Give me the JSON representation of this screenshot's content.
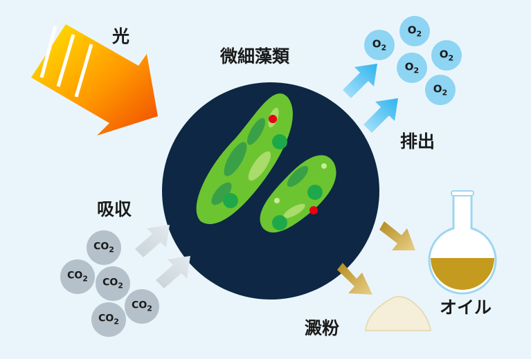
{
  "labels": {
    "light": "光",
    "microalgae": "微細藻類",
    "emission": "排出",
    "absorption": "吸収",
    "oil": "オイル",
    "starch": "澱粉"
  },
  "molecules": {
    "o2_main": "O",
    "o2_sub": "2",
    "co2_main": "CO",
    "co2_sub": "2"
  },
  "colors": {
    "background": "#eaf5fb",
    "cell_circle": "#0d2744",
    "algae_green": "#6cc530",
    "o2_bubble": "#8ed4f3",
    "co2_bubble": "#b4c1ca",
    "oil": "#c49b1e"
  }
}
